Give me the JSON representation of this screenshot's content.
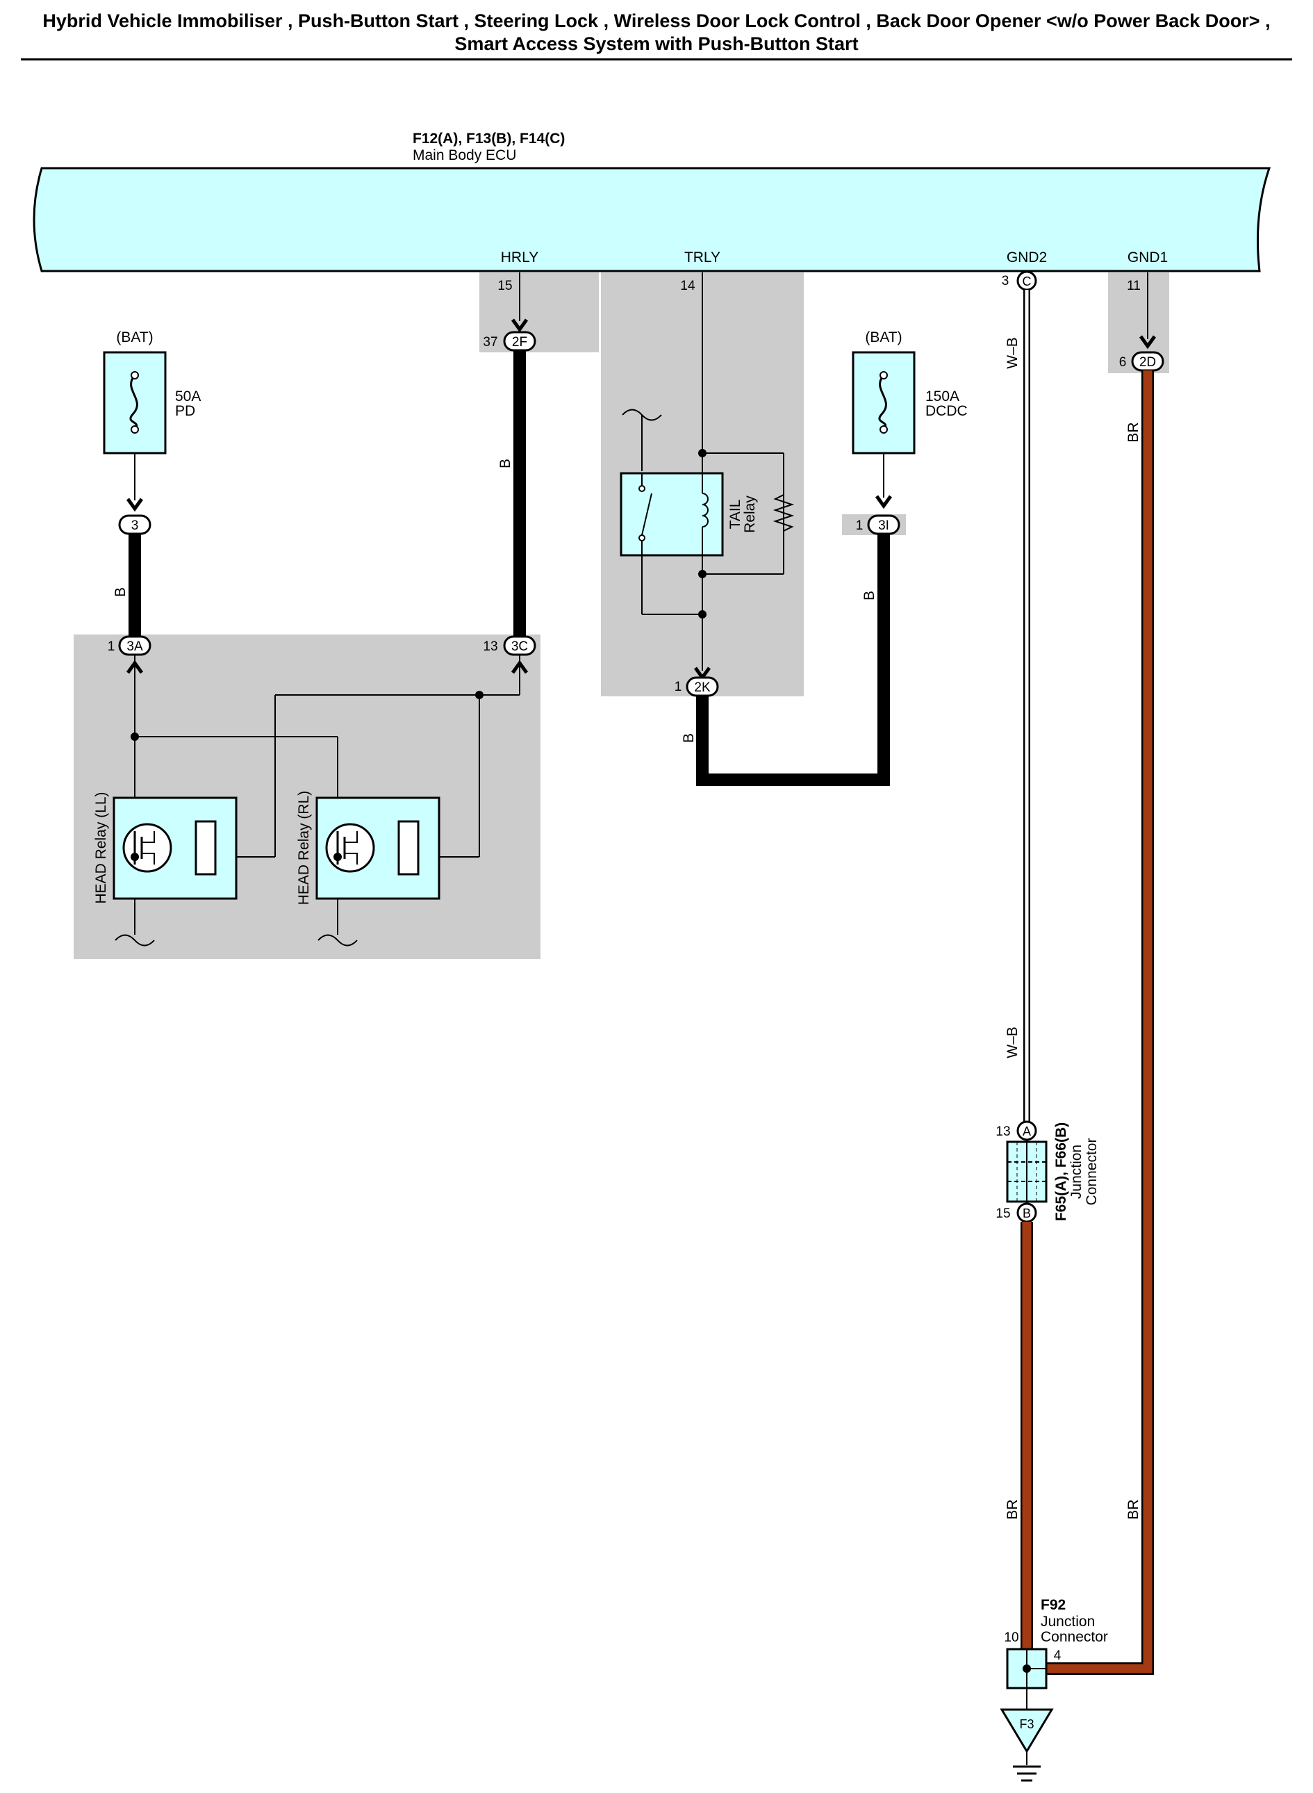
{
  "title": {
    "line1": "Hybrid Vehicle Immobiliser , Push-Button Start , Steering Lock , Wireless Door Lock Control , Back Door Opener <w/o Power Back Door> ,",
    "line2": "Smart Access System with Push-Button Start"
  },
  "ecu": {
    "code": "F12(A), F13(B), F14(C)",
    "name": "Main Body ECU",
    "terminals": {
      "hrly": "HRLY",
      "trly": "TRLY",
      "gnd2": "GND2",
      "gnd1": "GND1"
    }
  },
  "pins": {
    "hrly": "15",
    "trly": "14",
    "gnd2": "3",
    "gnd1": "11",
    "c2f": "37",
    "c2d": "6",
    "c3a": "1",
    "c3c": "13",
    "c2k": "1",
    "c3i": "1",
    "jcA": "13",
    "jcB": "15",
    "f92_10": "10",
    "f92_4": "4"
  },
  "connectors": {
    "c": "C",
    "2f": "2F",
    "2d": "2D",
    "3": "3",
    "3a": "3A",
    "3c": "3C",
    "2k": "2K",
    "3i": "3I",
    "a": "A",
    "b": "B",
    "f3": "F3"
  },
  "fuses": {
    "pd": {
      "source": "(BAT)",
      "rating": "50A",
      "name": "PD"
    },
    "dcdc": {
      "source": "(BAT)",
      "rating": "150A",
      "name": "DCDC"
    }
  },
  "relays": {
    "tail": {
      "line1": "TAIL",
      "line2": "Relay"
    },
    "head_ll": "HEAD Relay (LL)",
    "head_rl": "HEAD Relay (RL)"
  },
  "wire_colors": {
    "b1": "B",
    "b2": "B",
    "b3": "B",
    "b4": "B",
    "wb1": "W–B",
    "wb2": "W–B",
    "br1": "BR",
    "br2": "BR",
    "br3": "BR"
  },
  "junction_connector": {
    "code": "F65(A), F66(B)",
    "line1": "Junction",
    "line2": "Connector"
  },
  "f92": {
    "code": "F92",
    "line1": "Junction",
    "line2": "Connector"
  },
  "colors": {
    "ecu_fill": "#ccffff",
    "component_fill": "#ccffff",
    "shade": "#cccccc",
    "br_wire": "#a33a12",
    "b_wire": "#000000"
  }
}
